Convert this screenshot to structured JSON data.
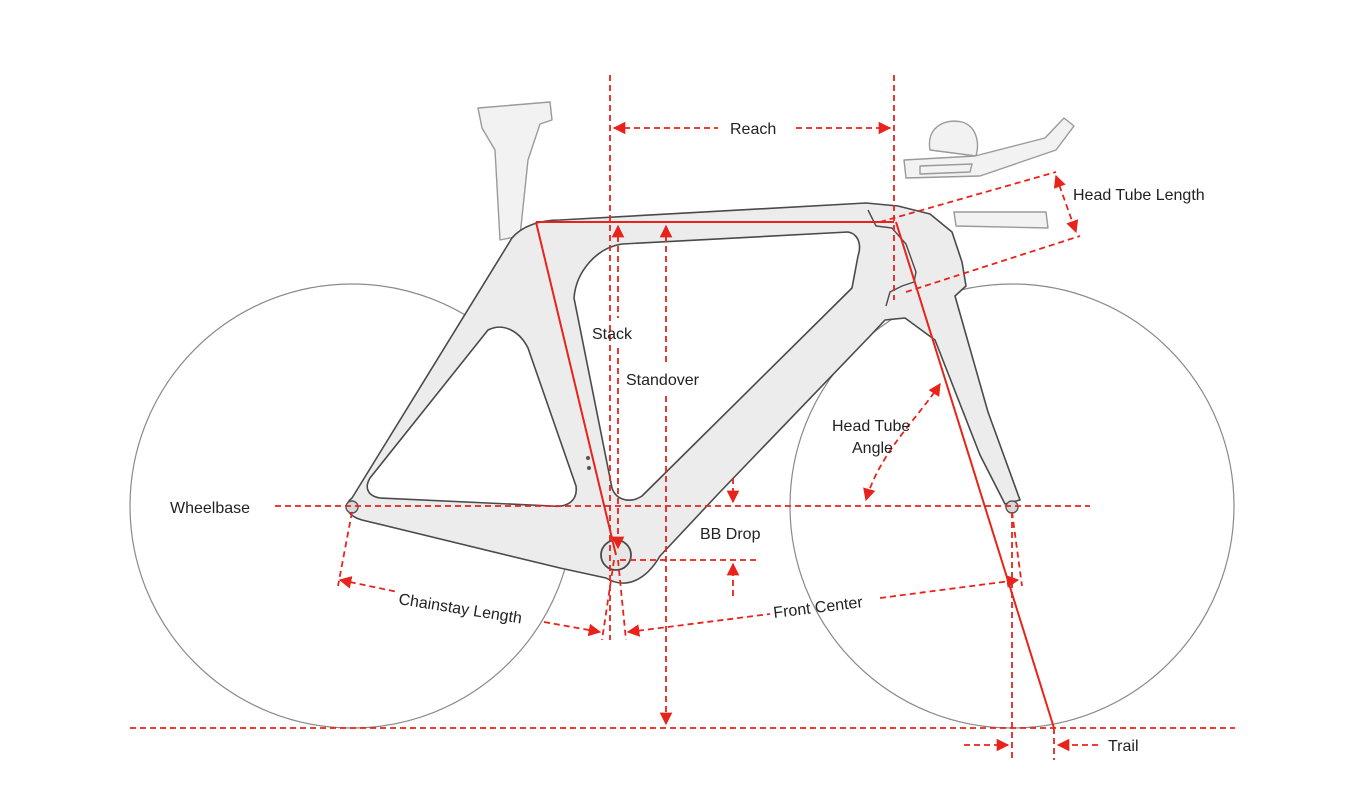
{
  "labels": {
    "reach": "Reach",
    "head_tube_length": "Head Tube Length",
    "stack": "Stack",
    "standover": "Standover",
    "head_tube_angle_line1": "Head Tube",
    "head_tube_angle_line2": "Angle",
    "wheelbase": "Wheelbase",
    "bb_drop": "BB Drop",
    "chainstay_length": "Chainstay Length",
    "front_center": "Front Center",
    "trail": "Trail"
  },
  "colors": {
    "dimension_lines": "#e8231b",
    "frame_fill": "#ececec",
    "frame_outline": "#4a4a4a",
    "wheel_outline": "#8a8a8a"
  }
}
